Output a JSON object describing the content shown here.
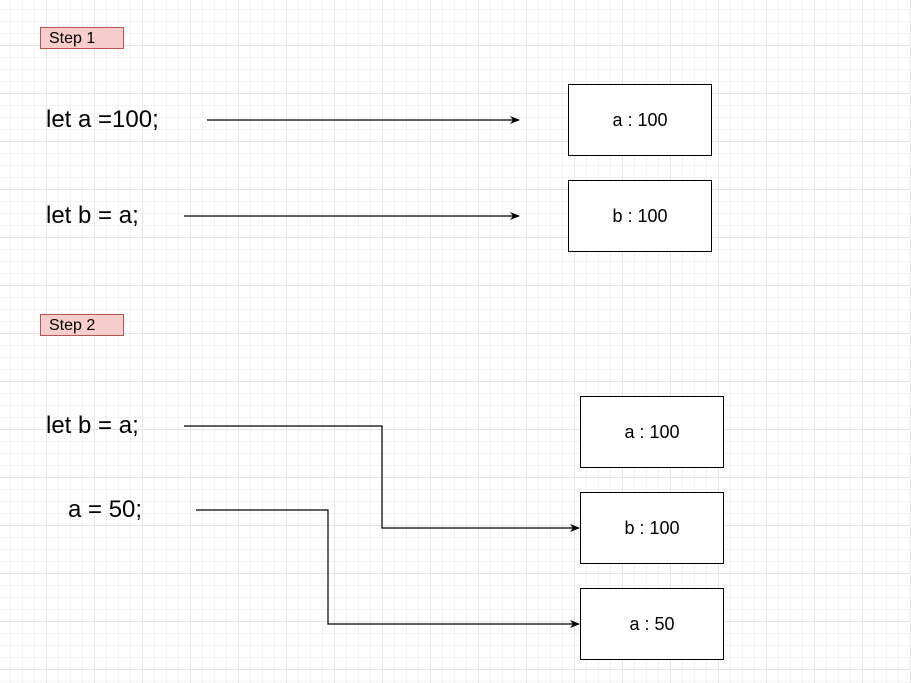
{
  "step1": {
    "label": "Step 1",
    "code_lines": [
      "let a =100;",
      "let b = a;"
    ],
    "boxes": [
      "a : 100",
      "b : 100"
    ]
  },
  "step2": {
    "label": "Step 2",
    "code_lines": [
      "let b = a;",
      "a = 50;"
    ],
    "boxes": [
      "a : 100",
      "b : 100",
      "a : 50"
    ]
  },
  "colors": {
    "step_fill": "#f8cecc",
    "step_border": "#b85450",
    "grid_line": "#e6e6e6",
    "stroke": "#000000"
  }
}
